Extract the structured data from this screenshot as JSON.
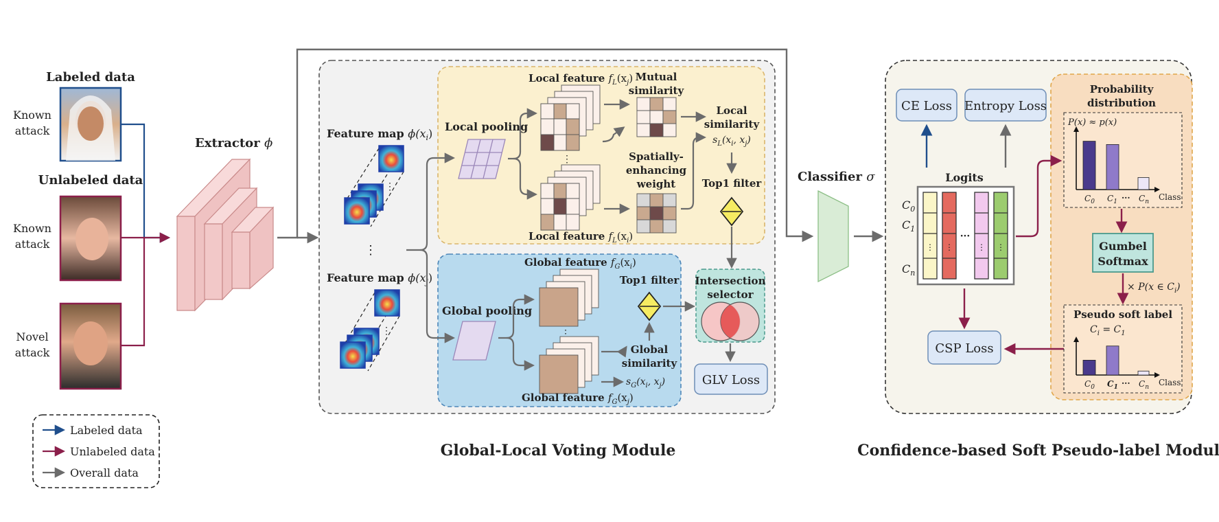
{
  "left": {
    "labeled_title": "Labeled data",
    "unlabeled_title": "Unlabeled data",
    "known_attack_1": [
      "Known",
      "attack"
    ],
    "known_attack_2": [
      "Known",
      "attack"
    ],
    "novel_attack": [
      "Novel",
      "attack"
    ]
  },
  "legend": {
    "items": [
      {
        "label": "Labeled data",
        "color": "#1f4e8c"
      },
      {
        "label": "Unlabeled data",
        "color": "#8b1f4a"
      },
      {
        "label": "Overall data",
        "color": "#6b6b6b"
      }
    ]
  },
  "extractor": {
    "label": "Extractor",
    "symbol": "ϕ"
  },
  "glv": {
    "module_title": "Global-Local Voting Module",
    "feature_map_i": "Feature map",
    "feature_map_i_math": "ϕ(x",
    "feature_map_i_sub": "i",
    "feature_map_j": "Feature map",
    "feature_map_j_math": "ϕ(x",
    "feature_map_j_sub": "j",
    "local_pooling": "Local pooling",
    "local_feature_top": "Local feature",
    "local_feature_top_math": "f",
    "local_feature_top_sub": "L",
    "local_feature_top_arg": "(x",
    "local_feature_top_arg_sub": "j",
    "local_feature_bottom": "Local feature",
    "local_feature_bottom_math": "f",
    "local_feature_bottom_sub": "L",
    "local_feature_bottom_arg": "(x",
    "local_feature_bottom_arg_sub": "i",
    "mutual_similarity": [
      "Mutual",
      "similarity"
    ],
    "spatial_weight": [
      "Spatially-",
      "enhancing",
      "weight"
    ],
    "local_similarity": [
      "Local",
      "similarity"
    ],
    "local_similarity_math": "s",
    "local_similarity_sub": "L",
    "local_similarity_args": "(x",
    "top1_filter_local": "Top1 filter",
    "global_pooling": "Global pooling",
    "global_feature_top": "Global feature",
    "global_feature_top_math": "f",
    "global_feature_top_sub": "G",
    "global_feature_top_arg": "(x",
    "global_feature_top_arg_sub": "i",
    "global_feature_bottom": "Global feature",
    "global_feature_bottom_math": "f",
    "global_feature_bottom_sub": "G",
    "global_feature_bottom_arg": "(x",
    "global_feature_bottom_arg_sub": "j",
    "top1_filter_global": "Top1 filter",
    "global_similarity": [
      "Global",
      "similarity"
    ],
    "global_similarity_math": "s",
    "global_similarity_sub": "G",
    "global_similarity_args": "(x",
    "intersection_selector": [
      "Intersection",
      "selector"
    ],
    "glv_loss": "GLV Loss"
  },
  "classifier": {
    "label": "Classifier",
    "symbol": "σ"
  },
  "csp": {
    "module_title": "Confidence-based Soft Pseudo-label Module",
    "ce_loss": "CE Loss",
    "entropy_loss": "Entropy Loss",
    "logits": "Logits",
    "c0": "C",
    "c0_sub": "0",
    "c1": "C",
    "c1_sub": "1",
    "cn": "C",
    "cn_sub": "n",
    "csp_loss": "CSP Loss",
    "prob_title": [
      "Probability",
      "distribution"
    ],
    "prob_formula": "P(x) ≈ p(x)",
    "class_label": "Class",
    "gumbel": [
      "Gumbel",
      "Softmax"
    ],
    "times_formula": "× P(x ∈ C",
    "times_formula_sub": "i",
    "times_formula_end": ")",
    "pseudo_title": "Pseudo soft label",
    "pseudo_formula": "C",
    "pseudo_formula_sub": "i",
    "pseudo_formula_mid": " = C",
    "pseudo_formula_sub2": "1",
    "dots": "···",
    "prob_values": [
      0.88,
      0.82,
      0.22
    ],
    "pseudo_values": [
      0.45,
      0.88,
      0.12
    ]
  }
}
